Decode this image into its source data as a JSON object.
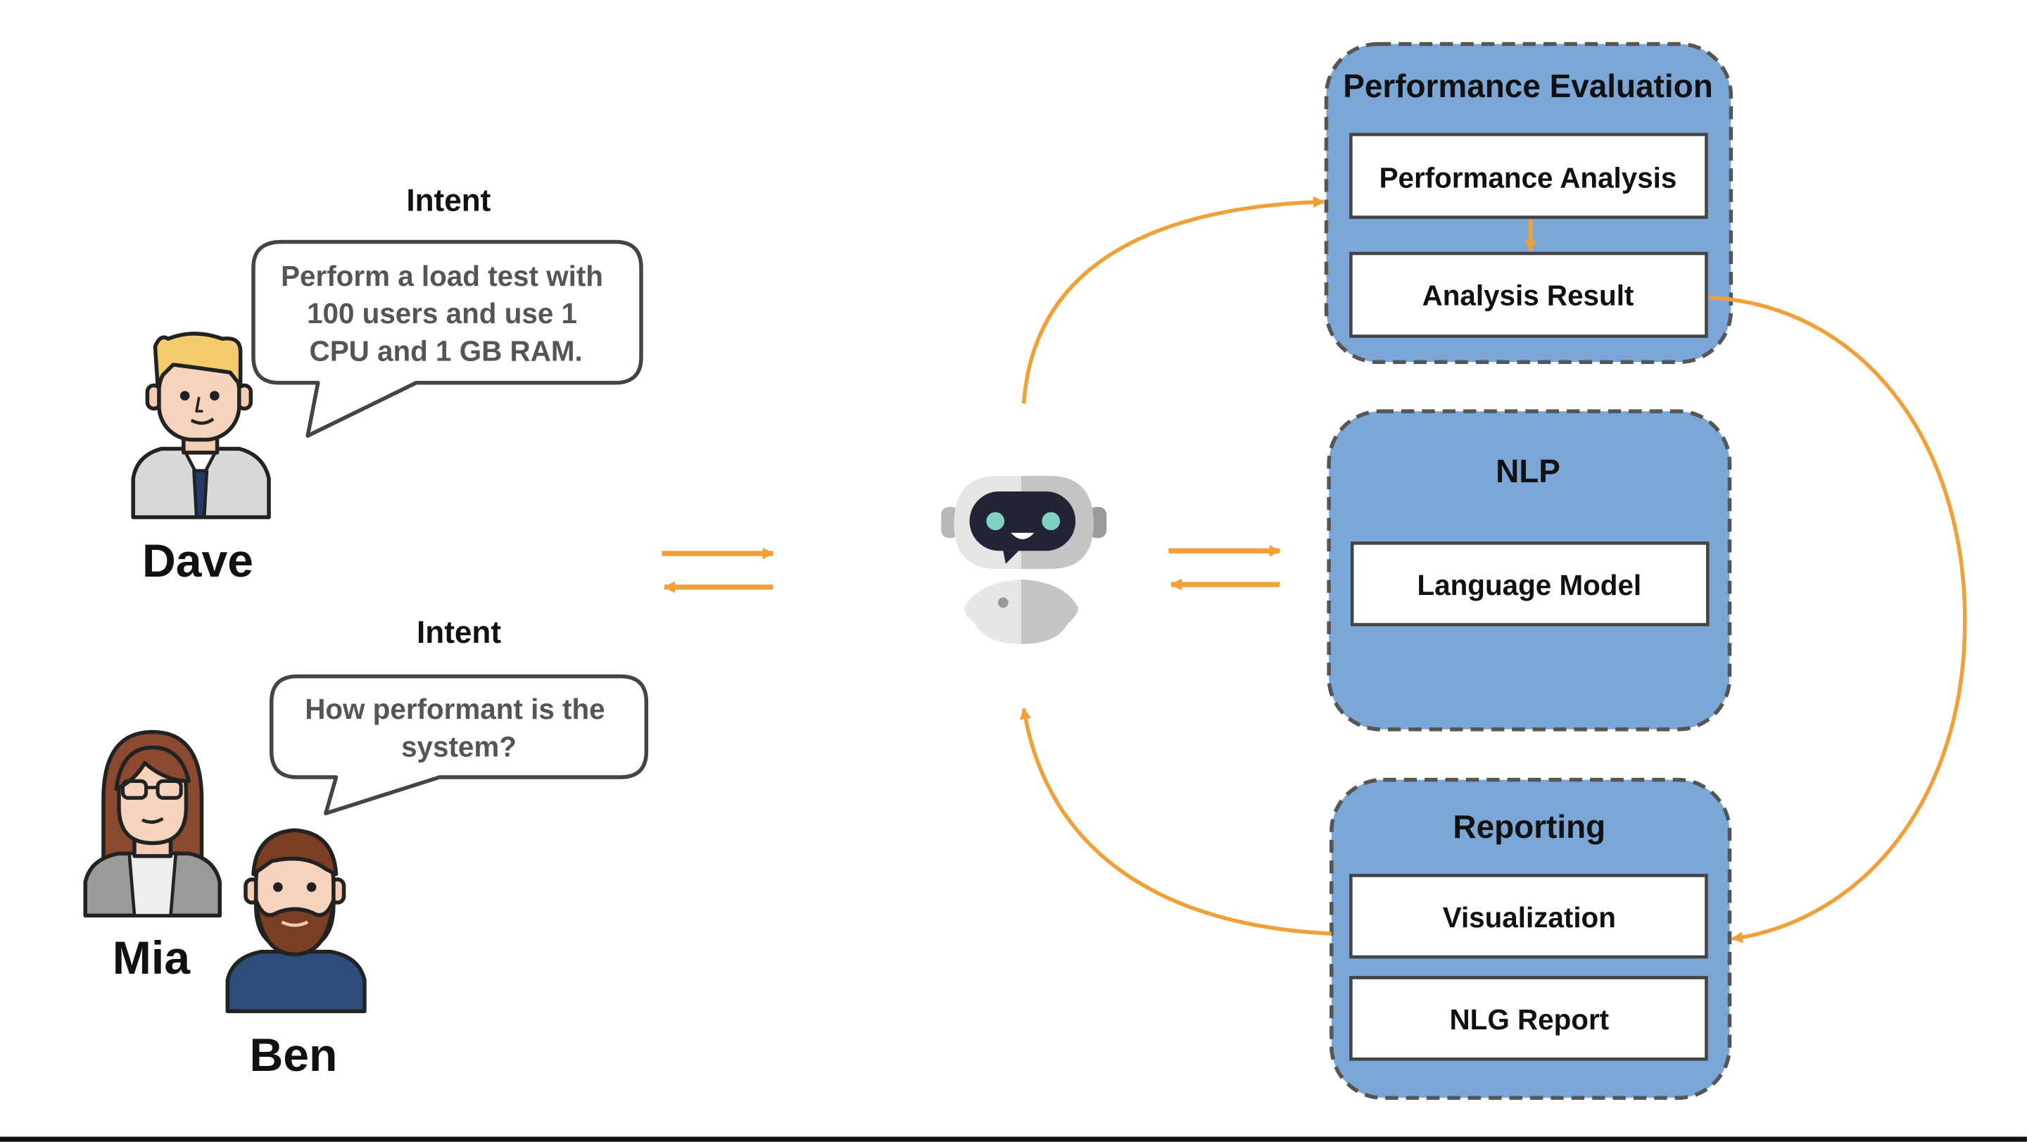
{
  "users": {
    "dave": {
      "name": "Dave"
    },
    "mia": {
      "name": "Mia"
    },
    "ben": {
      "name": "Ben"
    }
  },
  "intents": [
    {
      "title": "Intent",
      "lines": [
        "Perform a load test with",
        "100 users and use 1",
        "CPU and 1 GB RAM."
      ]
    },
    {
      "title": "Intent",
      "lines": [
        "How performant is the",
        "system?"
      ]
    }
  ],
  "modules": {
    "performance_evaluation": {
      "title": "Performance Evaluation",
      "items": [
        "Performance Analysis",
        "Analysis Result"
      ]
    },
    "nlp": {
      "title": "NLP",
      "items": [
        "Language Model"
      ]
    },
    "reporting": {
      "title": "Reporting",
      "items": [
        "Visualization",
        "NLG Report"
      ]
    }
  },
  "colors": {
    "module_fill": "#7ba7d7",
    "module_border": "#555555",
    "arrow": "#f0a038",
    "bubble_text": "#555555",
    "text": "#111111"
  }
}
